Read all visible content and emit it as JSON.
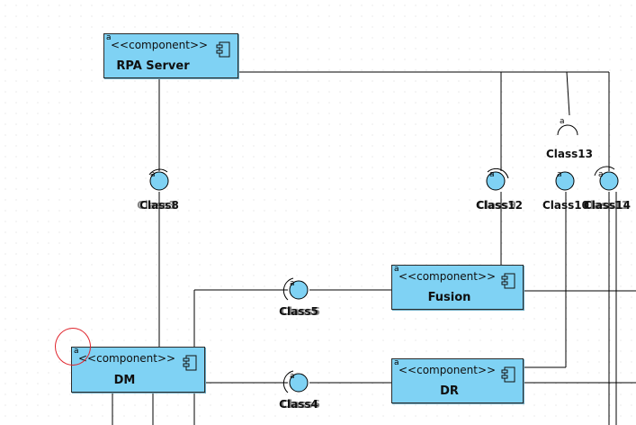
{
  "components": [
    {
      "id": "rpa",
      "stereotype": "<<component>>",
      "name": "RPA Server",
      "a_mark": "a"
    },
    {
      "id": "fusion",
      "stereotype": "<<component>>",
      "name": "Fusion",
      "a_mark": "a"
    },
    {
      "id": "dm",
      "stereotype": "<<component>>",
      "name": "DM",
      "a_mark": "a"
    },
    {
      "id": "dr",
      "stereotype": "<<component>>",
      "name": "DR",
      "a_mark": "a"
    }
  ],
  "interfaces": {
    "class8": {
      "label": "Class8",
      "ghost_label": "Class3",
      "a_mark": "a"
    },
    "class12": {
      "label": "Class12",
      "ghost_label": "Class9",
      "a_mark": "a"
    },
    "class13": {
      "label": "Class13",
      "a_mark": "a"
    },
    "class10": {
      "label": "Class10",
      "a_mark": "a"
    },
    "class14": {
      "label": "Class14",
      "ghost_label": "Class11",
      "a_mark": "a"
    },
    "class5": {
      "label": "Class5",
      "ghost_label": "Class6",
      "a_mark": "a"
    },
    "class4": {
      "label": "Class4",
      "ghost_label": "Class6",
      "a_mark": "a"
    }
  },
  "colors": {
    "component_fill": "#7fd2f4",
    "line": "#000000",
    "highlight_circle": "#e0242c"
  }
}
